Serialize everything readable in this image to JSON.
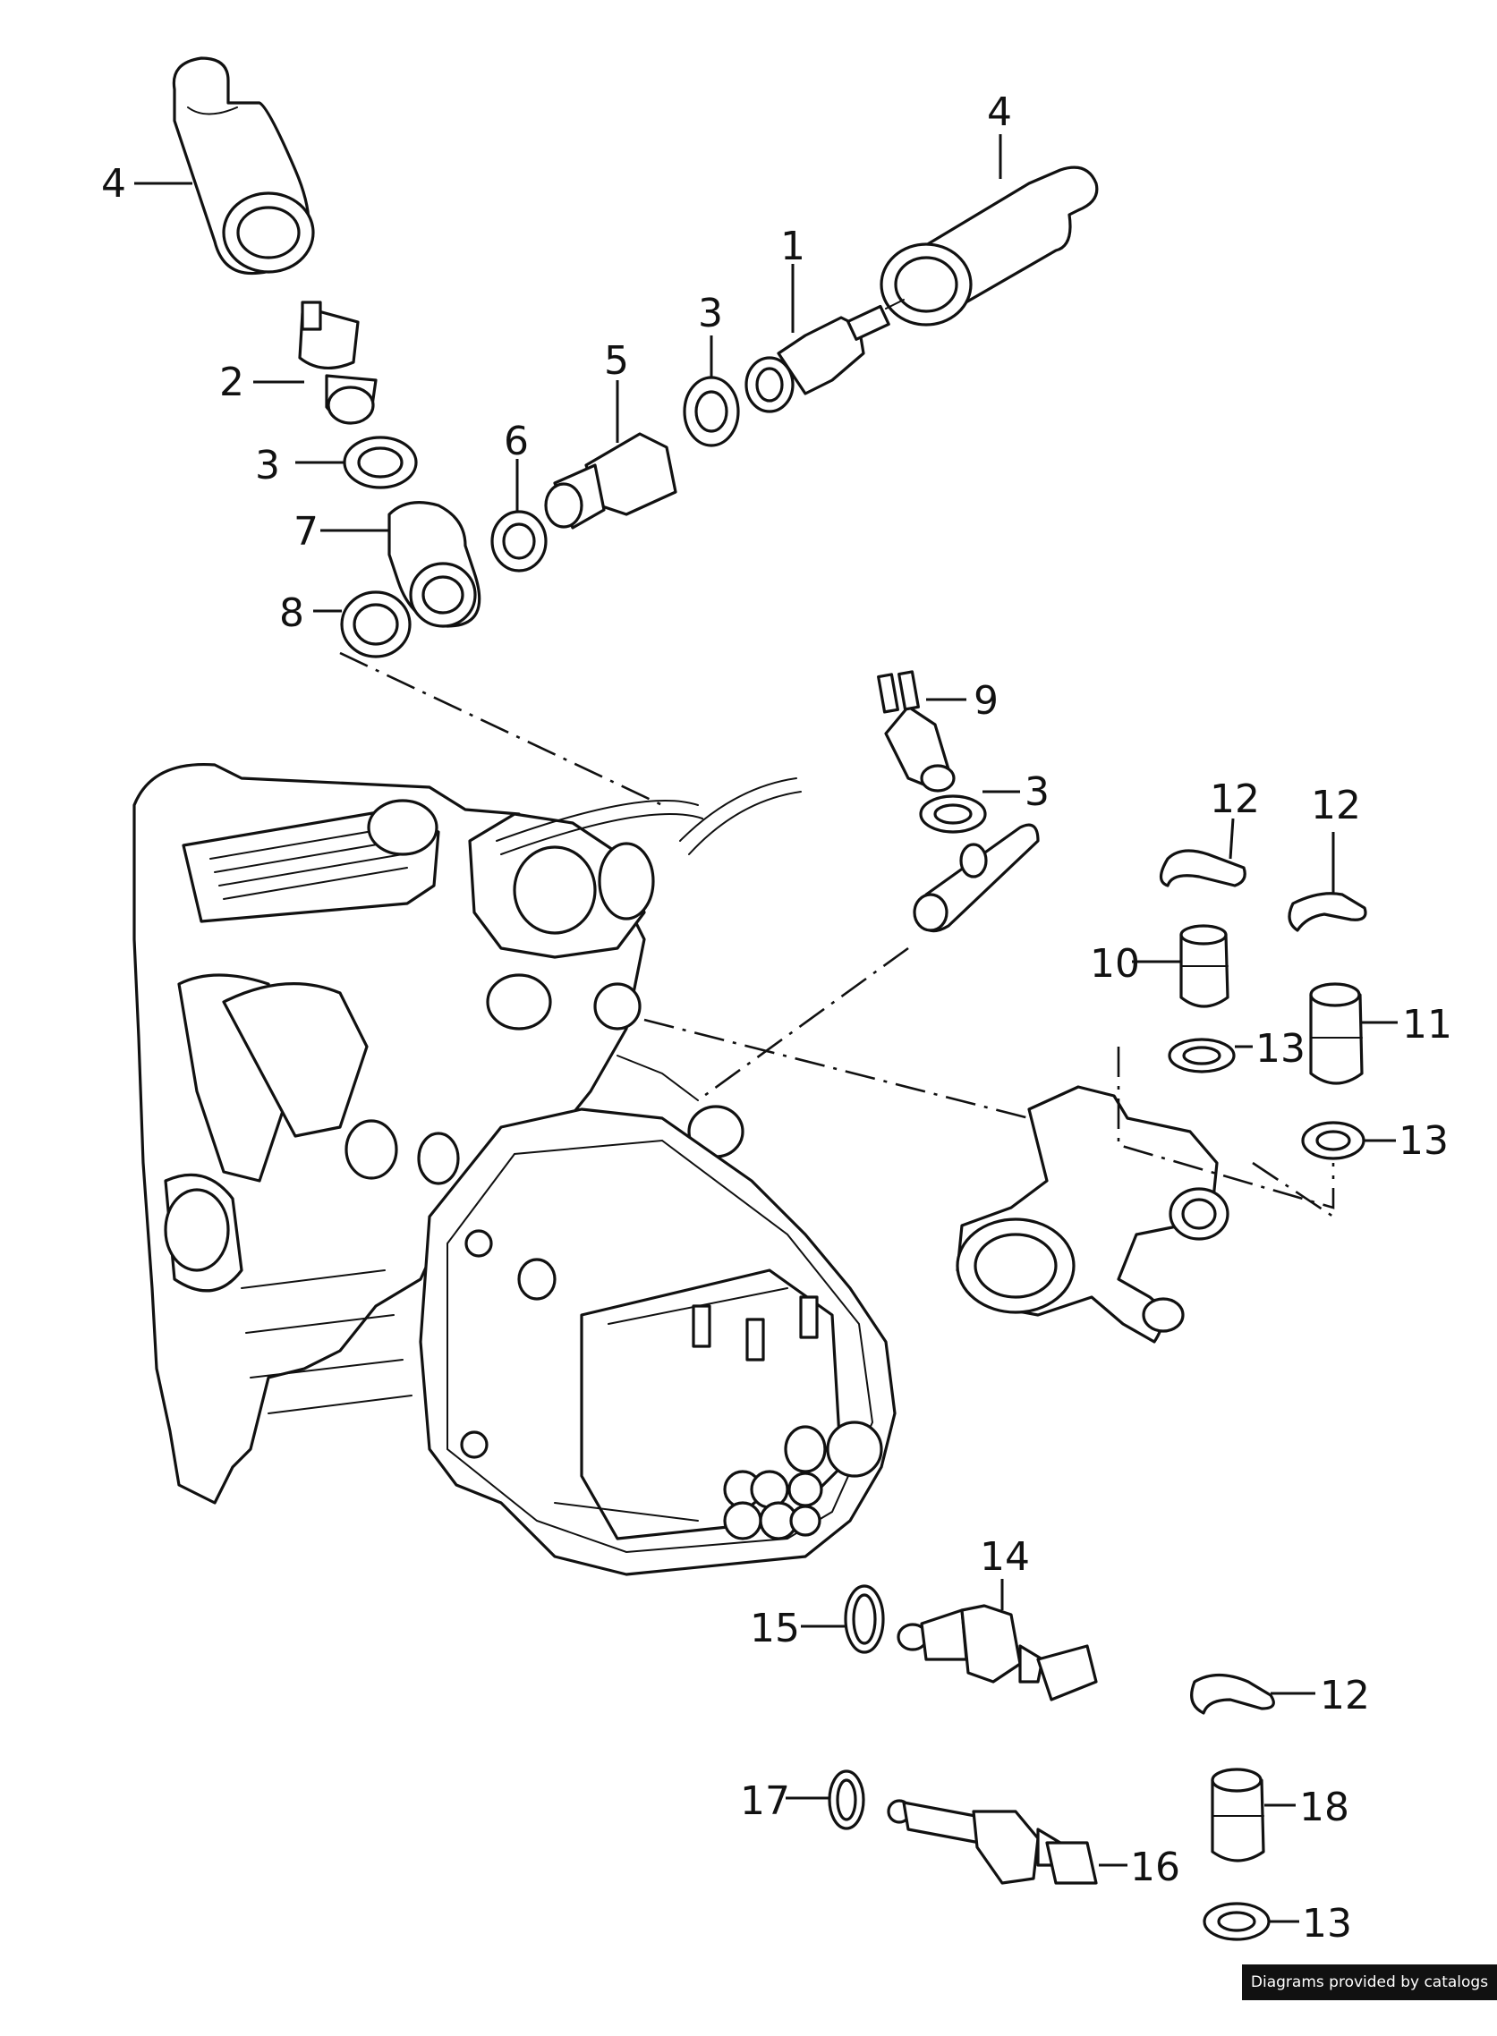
{
  "callouts": [
    {
      "id": "c4a",
      "text": "4"
    },
    {
      "id": "c4b",
      "text": "4"
    },
    {
      "id": "c1",
      "text": "1"
    },
    {
      "id": "c2",
      "text": "2"
    },
    {
      "id": "c3a",
      "text": "3"
    },
    {
      "id": "c3b",
      "text": "3"
    },
    {
      "id": "c5",
      "text": "5"
    },
    {
      "id": "c6",
      "text": "6"
    },
    {
      "id": "c7",
      "text": "7"
    },
    {
      "id": "c8",
      "text": "8"
    },
    {
      "id": "c9",
      "text": "9"
    },
    {
      "id": "c3c",
      "text": "3"
    },
    {
      "id": "c12a",
      "text": "12"
    },
    {
      "id": "c12b",
      "text": "12"
    },
    {
      "id": "c10",
      "text": "10"
    },
    {
      "id": "c11",
      "text": "11"
    },
    {
      "id": "c13a",
      "text": "13"
    },
    {
      "id": "c13b",
      "text": "13"
    },
    {
      "id": "c14",
      "text": "14"
    },
    {
      "id": "c15",
      "text": "15"
    },
    {
      "id": "c12c",
      "text": "12"
    },
    {
      "id": "c17",
      "text": "17"
    },
    {
      "id": "c16",
      "text": "16"
    },
    {
      "id": "c18",
      "text": "18"
    },
    {
      "id": "c13c",
      "text": "13"
    }
  ],
  "credit": "Diagrams provided by catalogs parts"
}
